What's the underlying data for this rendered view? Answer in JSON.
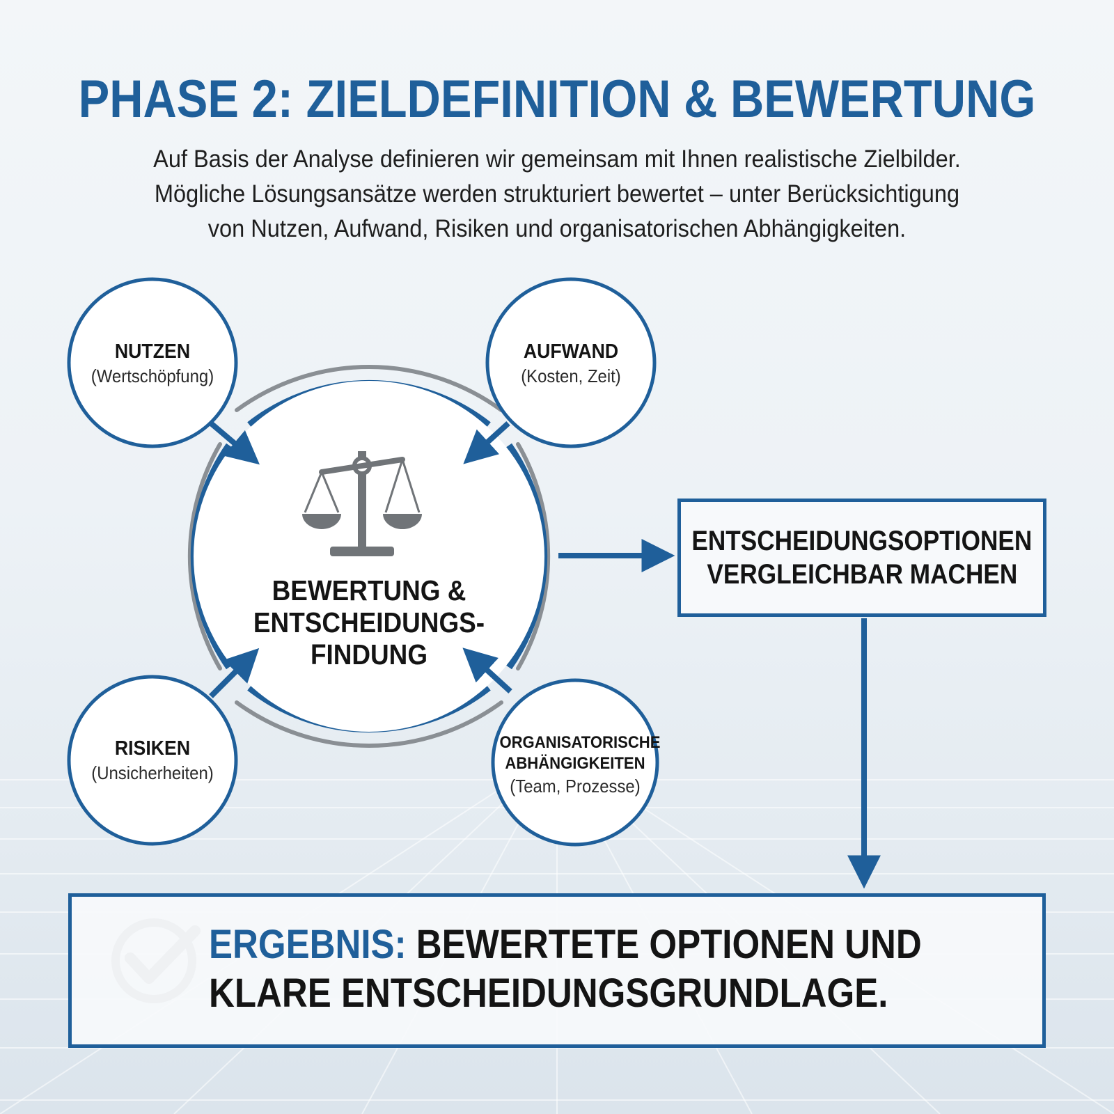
{
  "title": "PHASE 2: ZIELDEFINITION & BEWERTUNG",
  "intro_lines": [
    "Auf Basis der Analyse definieren wir gemeinsam mit Ihnen realistische Zielbilder.",
    "Mögliche Lösungsansätze werden strukturiert bewertet – unter Berücksichtigung",
    "von Nutzen, Aufwand, Risiken und organisatorischen Abhängigkeiten."
  ],
  "nodes": {
    "nutzen": {
      "title": "NUTZEN",
      "subtitle": "(Wertschöpfung)"
    },
    "aufwand": {
      "title": "AUFWAND",
      "subtitle": "(Kosten, Zeit)"
    },
    "risiken": {
      "title": "RISIKEN",
      "subtitle": "(Unsicherheiten)"
    },
    "organisation": {
      "title_lines": [
        "ORGANISATORISCHE",
        "ABHÄNGIGKEITEN"
      ],
      "subtitle": "(Team, Prozesse)"
    }
  },
  "center": {
    "icon": "scale-icon",
    "lines": [
      "BEWERTUNG &",
      "ENTSCHEIDUNGS-",
      "FINDUNG"
    ]
  },
  "options_box": {
    "lines": [
      "ENTSCHEIDUNGSOPTIONEN",
      "VERGLEICHBAR MACHEN"
    ]
  },
  "result": {
    "icon": "checkmark-circle-icon",
    "label": "ERGEBNIS:",
    "line1": "BEWERTETE OPTIONEN UND",
    "line2": "KLARE ENTSCHEIDUNGSGRUNDLAGE."
  },
  "colors": {
    "accent": "#1f5f9a",
    "icon_gray": "#707478",
    "ring_gray": "#8a8f94",
    "text": "#141414"
  }
}
